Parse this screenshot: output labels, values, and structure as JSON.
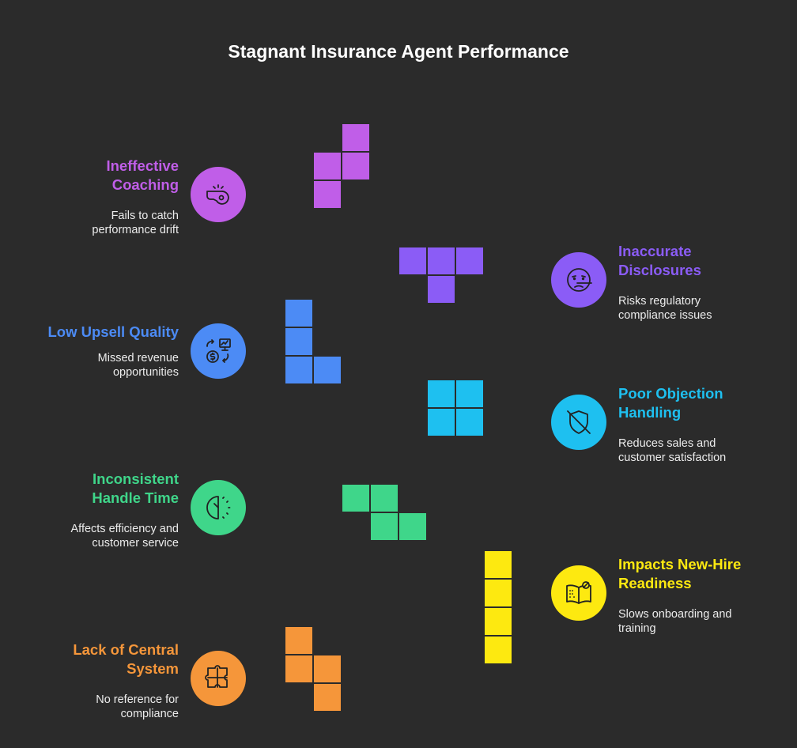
{
  "title": "Stagnant Insurance Agent Performance",
  "colors": {
    "purple": "#c05ee8",
    "violet": "#8b5cf6",
    "blue": "#4c8bf5",
    "cyan": "#1ec0f0",
    "green": "#3fd68a",
    "yellow": "#fde910",
    "orange": "#f5963a",
    "background": "#2b2b2b"
  },
  "items": [
    {
      "heading": "Ineffective Coaching",
      "heading_lines": [
        "Ineffective",
        "Coaching"
      ],
      "desc_lines": [
        "Fails to catch",
        "performance drift"
      ],
      "icon": "whistle-icon",
      "color": "#c05ee8"
    },
    {
      "heading": "Inaccurate Disclosures",
      "heading_lines": [
        "Inaccurate",
        "Disclosures"
      ],
      "desc_lines": [
        "Risks regulatory",
        "compliance issues"
      ],
      "icon": "lying-face-icon",
      "color": "#8b5cf6"
    },
    {
      "heading": "Low Upsell Quality",
      "heading_lines": [
        "Low Upsell Quality"
      ],
      "desc_lines": [
        "Missed revenue",
        "opportunities"
      ],
      "icon": "revenue-exchange-icon",
      "color": "#4c8bf5"
    },
    {
      "heading": "Poor Objection Handling",
      "heading_lines": [
        "Poor Objection",
        "Handling"
      ],
      "desc_lines": [
        "Reduces sales and",
        "customer satisfaction"
      ],
      "icon": "shield-off-icon",
      "color": "#1ec0f0"
    },
    {
      "heading": "Inconsistent Handle Time",
      "heading_lines": [
        "Inconsistent",
        "Handle Time"
      ],
      "desc_lines": [
        "Affects efficiency and",
        "customer service"
      ],
      "icon": "timer-icon",
      "color": "#3fd68a"
    },
    {
      "heading": "Impacts New-Hire Readiness",
      "heading_lines": [
        "Impacts New-Hire",
        "Readiness"
      ],
      "desc_lines": [
        "Slows onboarding and",
        "training"
      ],
      "icon": "open-book-icon",
      "color": "#fde910"
    },
    {
      "heading": "Lack of Central System",
      "heading_lines": [
        "Lack of Central",
        "System"
      ],
      "desc_lines": [
        "No reference for",
        "compliance"
      ],
      "icon": "puzzle-icon",
      "color": "#f5963a"
    }
  ]
}
